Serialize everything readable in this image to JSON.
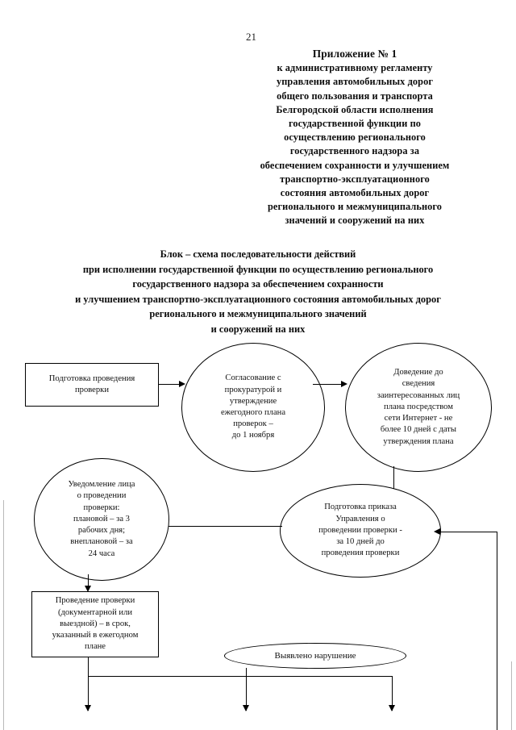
{
  "document": {
    "page_number": "21",
    "appendix_heading": [
      "Приложение № 1",
      "к административному регламенту",
      "управления автомобильных дорог",
      "общего пользования и транспорта",
      "Белгородской области исполнения",
      "государственной функции по",
      "осуществлению регионального",
      "государственного надзора за",
      "обеспечением сохранности и улучшением",
      "транспортно-эксплуатационного",
      "состояния автомобильных дорог",
      "регионального и межмуниципального",
      "значений и сооружений на них"
    ],
    "scheme_title": [
      "Блок – схема последовательности действий",
      "при исполнении государственной функции по осуществлению регионального",
      "государственного надзора за обеспечением сохранности",
      "и улучшением транспортно-эксплуатационного состояния автомобильных дорог",
      "регионального и межмуниципального значений",
      "и сооружений на них"
    ]
  },
  "flowchart": {
    "nodes": [
      {
        "id": "preparation",
        "shape": "rect",
        "lines": [
          "Подготовка проведения",
          "проверки"
        ]
      },
      {
        "id": "agreement",
        "shape": "ellipse",
        "lines": [
          "Согласование с",
          "прокуратурой и",
          "утверждение",
          "ежегодного плана",
          "проверок –",
          "до 1 ноября"
        ]
      },
      {
        "id": "publication",
        "shape": "ellipse",
        "lines": [
          "Доведение до",
          "сведения",
          "заинтересованных лиц",
          "плана посредством",
          "сети Интернет - не",
          "более 10 дней с даты",
          "утверждения плана"
        ]
      },
      {
        "id": "notification",
        "shape": "ellipse",
        "lines": [
          "Уведомление лица",
          "о проведении",
          "проверки:",
          "плановой – за 3",
          "рабочих дня;",
          "внеплановой – за",
          "24 часа"
        ]
      },
      {
        "id": "order",
        "shape": "ellipse",
        "lines": [
          "Подготовка приказа",
          "Управления о",
          "проведении проверки -",
          "за 10 дней до",
          "проведения проверки"
        ]
      },
      {
        "id": "inspection",
        "shape": "rect",
        "lines": [
          "Проведение проверки",
          "(документарной или",
          "выездной) – в срок,",
          "указанный в ежегодном",
          "плане"
        ]
      },
      {
        "id": "violation",
        "shape": "ellipse",
        "lines": [
          "Выявлено нарушение"
        ]
      }
    ],
    "connectors": [
      {
        "id": "preparation-to-agreement",
        "kind": "arrow-right"
      },
      {
        "id": "agreement-to-publication",
        "kind": "arrow-right"
      },
      {
        "id": "publication-to-order",
        "kind": "arrow-down"
      },
      {
        "id": "order-to-notification",
        "kind": "arrow-left"
      },
      {
        "id": "notification-to-inspection",
        "kind": "arrow-down"
      },
      {
        "id": "inspection-to-violation",
        "kind": "line"
      },
      {
        "id": "violation-branch-left",
        "kind": "arrow-down"
      },
      {
        "id": "violation-branch-center",
        "kind": "arrow-down"
      },
      {
        "id": "violation-branch-right",
        "kind": "arrow-down"
      },
      {
        "id": "feedback-right-loop",
        "kind": "arrow-left"
      }
    ]
  },
  "colors": {
    "ink": "#000000",
    "paper": "#ffffff"
  }
}
